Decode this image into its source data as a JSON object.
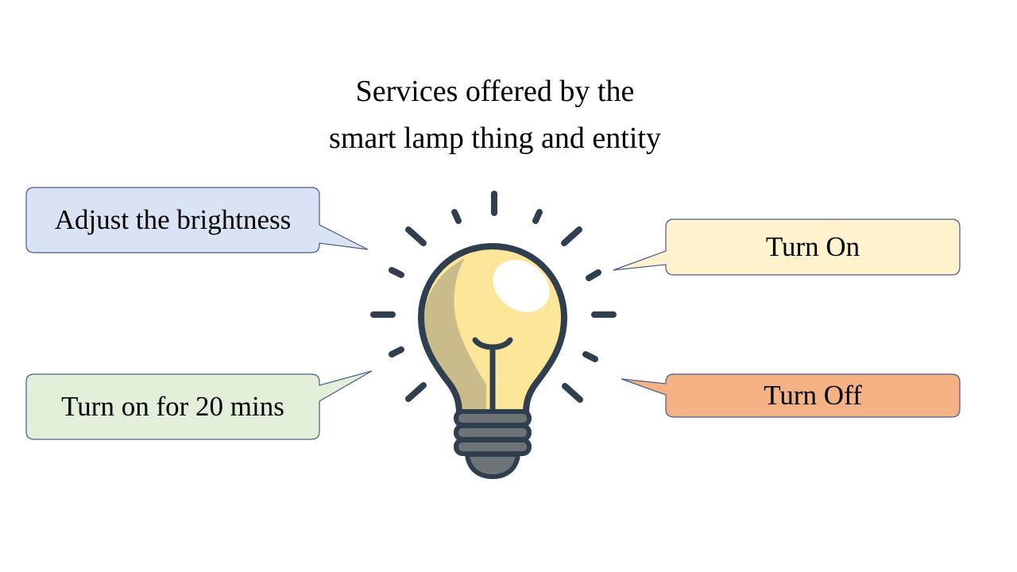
{
  "title": {
    "line1": "Services offered by the",
    "line2": "smart lamp thing and entity"
  },
  "callouts": {
    "adjust_brightness": {
      "label": "Adjust the brightness",
      "fill": "#DAE3F3"
    },
    "turn_on_20": {
      "label": "Turn on for 20 mins",
      "fill": "#E2F0D9"
    },
    "turn_on": {
      "label": "Turn On",
      "fill": "#FFF2CC"
    },
    "turn_off": {
      "label": "Turn Off",
      "fill": "#F4B183"
    }
  },
  "colors": {
    "outline": "#2F3F4F",
    "bulb_glass": "#FCE69A",
    "bulb_shadow": "#C9BB8A",
    "highlight": "#FFFFFF",
    "base": "#6E7378",
    "ray": "#2F3F4F",
    "callout_border": "#4A5A8C"
  },
  "icon": "light-bulb-icon"
}
